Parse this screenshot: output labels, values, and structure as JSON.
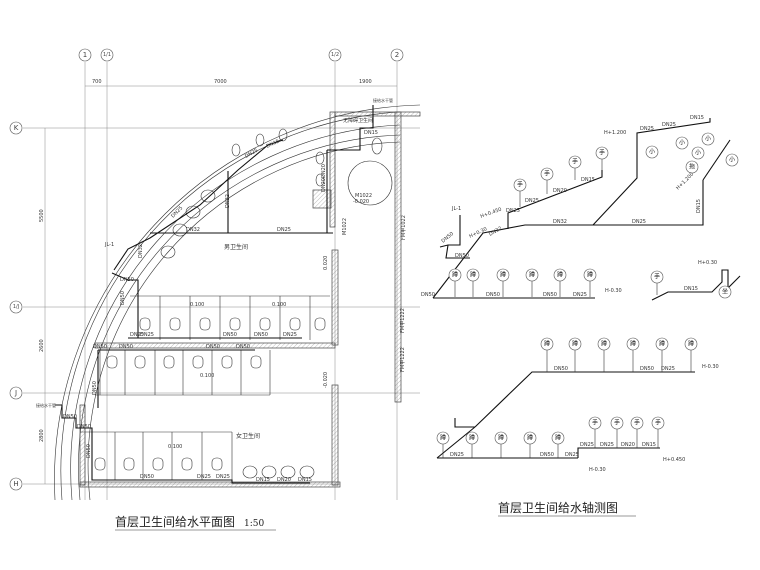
{
  "plan": {
    "title": "首层卫生间给水平面图",
    "scale": "1:50",
    "grid_columns": [
      "1",
      "1/1",
      "1/2",
      "2"
    ],
    "grid_rows": [
      "K",
      "1/J",
      "J",
      "H"
    ],
    "dims_horizontal": [
      "700",
      "7000",
      "1900"
    ],
    "dims_vertical": [
      "5500",
      "2600",
      "2800"
    ],
    "rooms": {
      "men": "男卫生间",
      "women": "女卫生间",
      "accessible": "无障碍卫生间"
    },
    "doors": [
      "M1022",
      "M1022",
      "FM甲1022",
      "FM甲1222",
      "FM甲1222"
    ],
    "levels": [
      "-0.020",
      "0.020",
      "0.100",
      "0.100",
      "0.100",
      "0.100",
      "-0.020"
    ],
    "riser": "JL-1",
    "note": "接给水干管",
    "pipe_labels": [
      "DN32",
      "DN25",
      "DN25",
      "DN15",
      "DN25",
      "DN32",
      "DN50",
      "DN15",
      "DN20",
      "DN20",
      "DN32",
      "DN50",
      "DN25",
      "DN50",
      "DN50",
      "DN50",
      "DN25",
      "DN50",
      "DN50",
      "DN25",
      "DN50",
      "DN50",
      "DN50",
      "DN50",
      "DN50",
      "DN25",
      "DN25",
      "DN20",
      "DN15",
      "DN15",
      "DN50"
    ]
  },
  "axon": {
    "title": "首层卫生间给水轴测图",
    "riser": "JL-1",
    "levels": [
      "H+1.200",
      "H+1.200",
      "H+0.450",
      "H+0.30",
      "H-0.30",
      "H+0.30",
      "H-0.30",
      "H-0.30",
      "H+0.450"
    ],
    "fixtures": {
      "squat": "蹲",
      "hand": "手",
      "urinal": "小",
      "mop": "拖",
      "seat": "坐"
    },
    "pipe_labels": [
      "DN25",
      "DN25",
      "DN15",
      "DN25",
      "DN25",
      "DN20",
      "DN15",
      "DN32",
      "DN32",
      "DN25",
      "DN50",
      "DN50",
      "DN15",
      "DN50",
      "DN50",
      "DN25",
      "DN15",
      "DN50",
      "DN50",
      "DN25",
      "DN50",
      "DN25",
      "DN50",
      "DN25",
      "DN25",
      "DN25",
      "DN20",
      "DN15"
    ]
  }
}
